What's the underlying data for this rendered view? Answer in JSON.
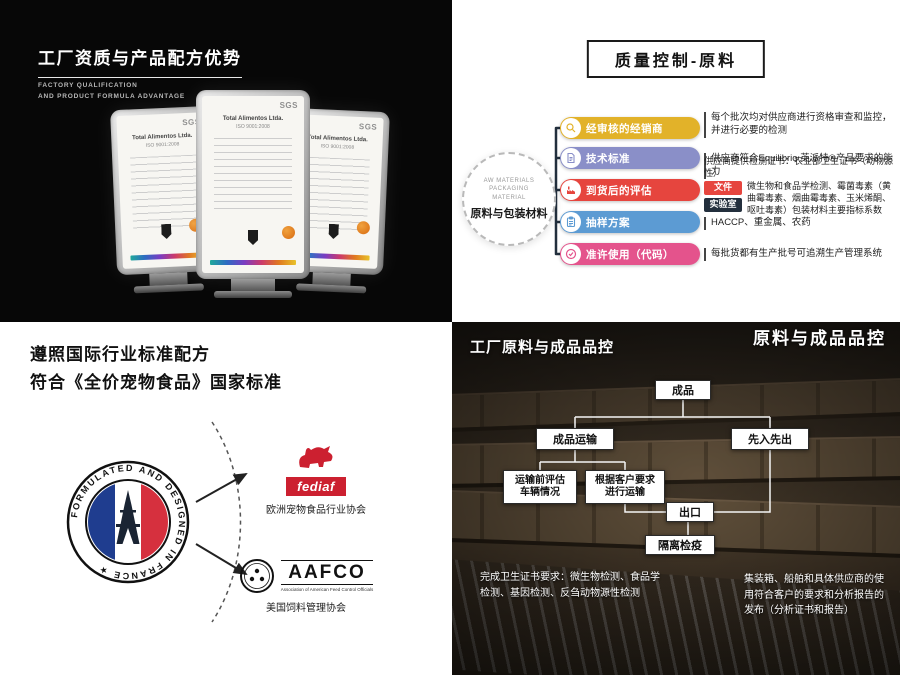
{
  "panels": {
    "top_left": {
      "title": "工厂资质与产品配方优势",
      "subtitle1": "FACTORY QUALIFICATION",
      "subtitle2": "AND PRODUCT FORMULA ADVANTAGE",
      "certificate": {
        "brand": "SGS",
        "title": "Total Alimentos Ltda.",
        "subtitle": "ISO 9001:2008"
      }
    },
    "top_right": {
      "title": "质量控制-原料",
      "center": {
        "en": "AW MATERIALS PACKAGING MATERIAL",
        "cn": "原料与包装材料"
      },
      "items": [
        {
          "label": "经审核的经销商",
          "color": "#e2b229",
          "desc": "每个批次均对供应商进行资格审查和监控，并进行必要的检测"
        },
        {
          "label": "技术标准",
          "color": "#8a8fc8",
          "desc": "供应商符合Equilibrio 英派特®产品要求的能力"
        },
        {
          "label": "到货后的评估",
          "color": "#e6453e",
          "tag1": "文件",
          "tag2": "实验室",
          "desc_a": "供应商提供检测证书：农业部卫生证书（动物源性）",
          "desc_b": "微生物和食品学检测、霉菌毒素（黄曲霉毒素、烟曲霉毒素、玉米烯酮、呕吐毒素）包装材料主要指标系数"
        },
        {
          "label": "抽样方案",
          "color": "#5c9bd3",
          "desc": "HACCP、重金属、农药"
        },
        {
          "label": "准许使用（代码）",
          "color": "#e4538c",
          "desc": "每批货都有生产批号可追溯生产管理系统"
        }
      ]
    },
    "bottom_left": {
      "line1": "遵照国际行业标准配方",
      "line2": "符合《全价宠物食品》国家标准",
      "badge_text": "FORMULATED AND DESIGNED IN FRANCE ★",
      "fediaf_label": "fediaf",
      "fediaf_caption": "欧洲宠物食品行业协会",
      "aafco_label": "AAFCO",
      "aafco_sub": "Association of American Feed Control Officials",
      "aafco_caption": "美国饲料管理协会"
    },
    "bottom_right": {
      "title": "工厂原料与成品品控",
      "corner_title": "原料与成品品控",
      "flow": {
        "finished": "成品",
        "transport": "成品运输",
        "fifo": "先入先出",
        "pre_transport_1": "运输前评估",
        "pre_transport_2": "车辆情况",
        "per_customer_1": "根据客户要求",
        "per_customer_2": "进行运输",
        "export": "出口",
        "quarantine": "隔离检疫"
      },
      "note_left": "完成卫生证书要求：微生物检测、食品学检测、基因检测、反刍动物源性检测",
      "note_right": "集装箱、船舶和具体供应商的使用符合客户的要求和分析报告的发布（分析证书和报告）"
    }
  }
}
